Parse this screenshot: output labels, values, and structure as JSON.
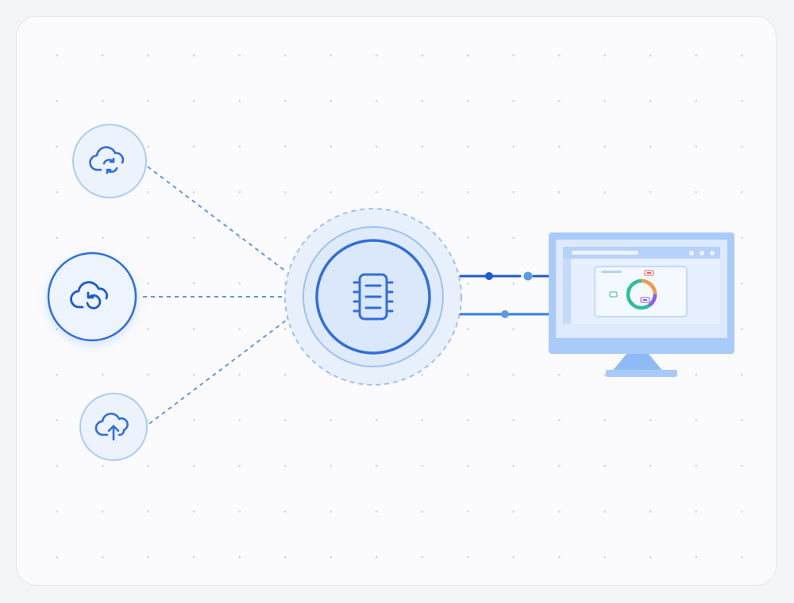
{
  "diagram": {
    "sources": [
      {
        "name": "cloud-sync",
        "icon": "cloud-sync-icon"
      },
      {
        "name": "cloud-restore",
        "icon": "cloud-restore-icon"
      },
      {
        "name": "cloud-upload",
        "icon": "cloud-upload-icon"
      }
    ],
    "hub": {
      "icon": "chip-icon"
    },
    "target": {
      "icon": "monitor-icon",
      "panel": "donut-chart-panel"
    }
  },
  "colors": {
    "primary": "#2f6fdd",
    "primary_dark": "#1f5ad1",
    "connector": "#5b9be4",
    "light_fill": "#eaf2fd",
    "monitor_frame": "#a8cbfa",
    "donut_teal": "#2bbfa0",
    "donut_orange": "#f39a4a",
    "donut_red": "#f05a5a",
    "donut_purple": "#8a5cf0"
  }
}
